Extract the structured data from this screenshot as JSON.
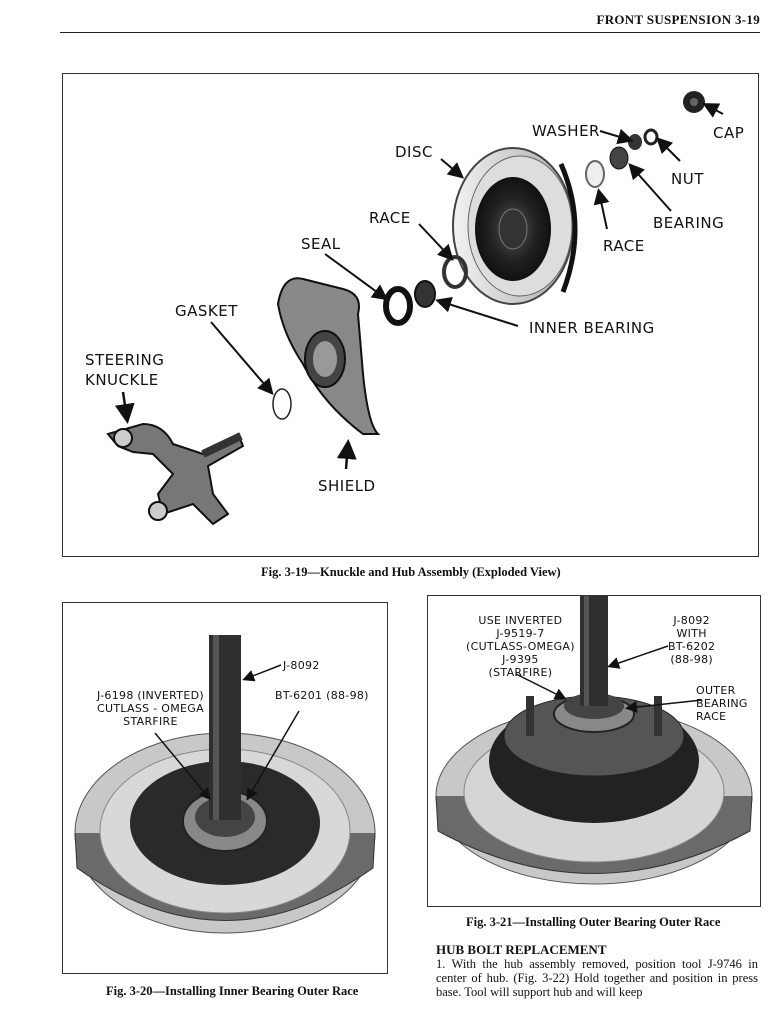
{
  "header": {
    "title": "FRONT SUSPENSION  3-19"
  },
  "fig19": {
    "caption": "Fig. 3-19—Knuckle and Hub Assembly (Exploded View)",
    "labels": {
      "washer": "WASHER",
      "cap": "CAP",
      "disc": "DISC",
      "nut": "NUT",
      "race_top": "RACE",
      "bearing": "BEARING",
      "seal": "SEAL",
      "race_right": "RACE",
      "gasket": "GASKET",
      "inner_bearing": "INNER BEARING",
      "steering_knuckle": "STEERING\nKNUCKLE",
      "shield": "SHIELD"
    }
  },
  "fig20": {
    "caption": "Fig. 3-20—Installing Inner Bearing Outer Race",
    "labels": {
      "j8092": "J-8092",
      "j6198": "J-6198 (INVERTED)\nCUTLASS - OMEGA\nSTARFIRE",
      "bt6201": "BT-6201 (88-98)"
    }
  },
  "fig21": {
    "caption": "Fig. 3-21—Installing Outer Bearing Outer Race",
    "labels": {
      "use_inverted": "USE INVERTED\nJ-9519-7\n(CUTLASS-OMEGA)\nJ-9395\n(STARFIRE)",
      "j8092_with": "J-8092\nWITH\nBT-6202\n(88-98)",
      "outer_race": "OUTER\nBEARING\nRACE"
    }
  },
  "section": {
    "title": "HUB BOLT REPLACEMENT",
    "text": "1. With the hub assembly removed, position tool J-9746 in center of hub. (Fig. 3-22) Hold together and position in press base. Tool will support hub and will keep"
  }
}
